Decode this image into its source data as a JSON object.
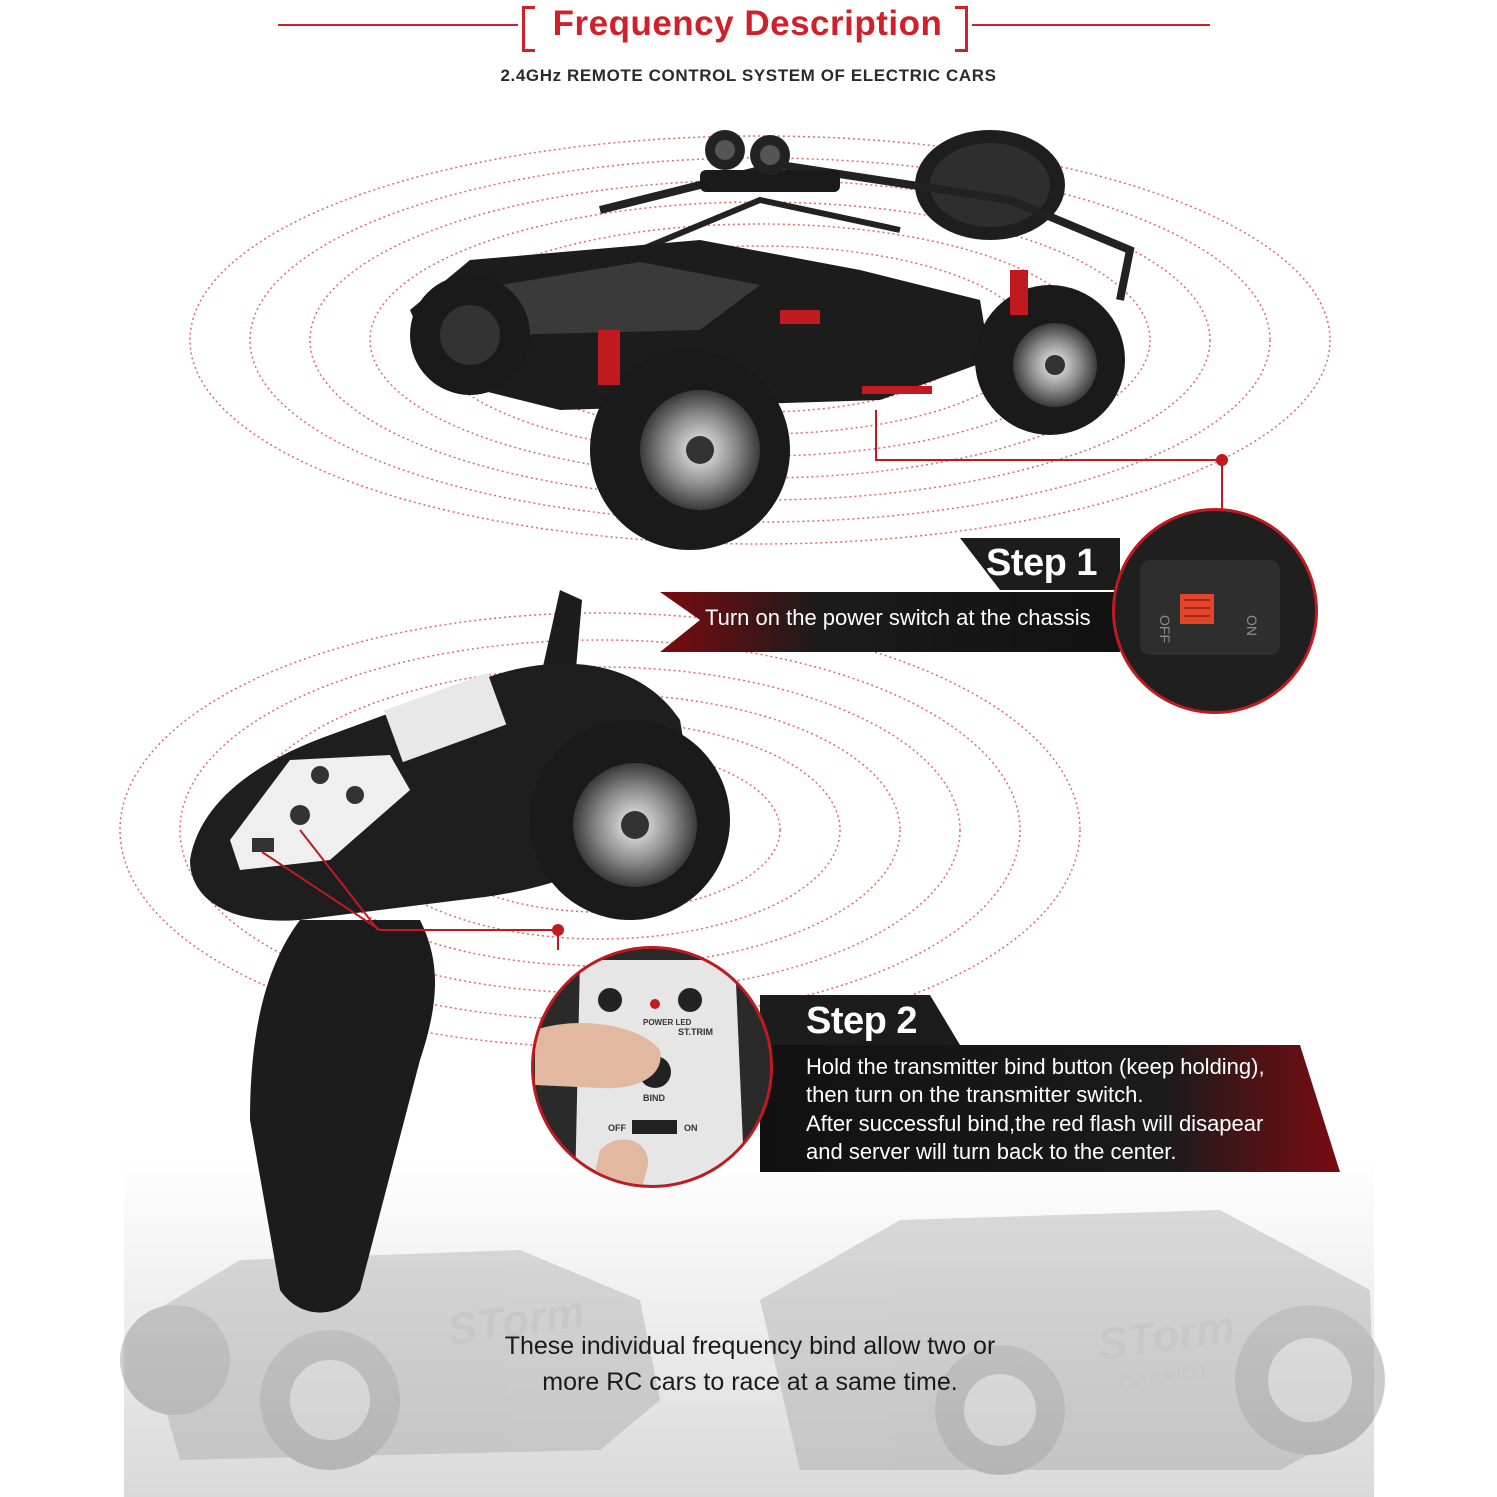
{
  "header": {
    "title": "Frequency Description",
    "subtitle": "2.4GHz REMOTE CONTROL SYSTEM OF ELECTRIC CARS"
  },
  "colors": {
    "accent": "#d2202a",
    "banner": "#1c1c1c",
    "ring": "#e06a6a"
  },
  "step1": {
    "title": "Step 1",
    "text": "Turn on the power switch at the chassis",
    "switch_labels": [
      "OFF",
      "ON"
    ]
  },
  "step2": {
    "title": "Step 2",
    "lines": [
      "Hold the transmitter bind button (keep holding),",
      "then turn on the transmitter switch.",
      "After successful bind,the red flash will disapear",
      "and server will turn back to the center."
    ],
    "panel_labels": {
      "power_led": "POWER LED",
      "st_trim": "ST.TRIM",
      "bind": "BIND",
      "off": "OFF",
      "on": "ON"
    }
  },
  "footer": {
    "lines": [
      "These individual frequency bind allow two or",
      "more RC cars to race at a same time."
    ]
  },
  "background_cars": {
    "labels": [
      "STorm",
      "CHARIOT"
    ]
  }
}
